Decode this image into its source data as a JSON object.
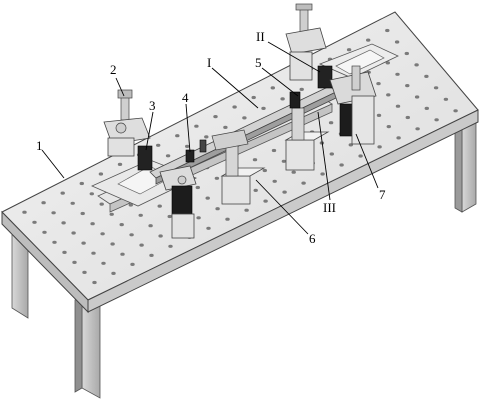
{
  "labels": [
    {
      "id": "label-1",
      "text": "1"
    },
    {
      "id": "label-2",
      "text": "2"
    },
    {
      "id": "label-3",
      "text": "3"
    },
    {
      "id": "label-4",
      "text": "4"
    },
    {
      "id": "label-5",
      "text": "5"
    },
    {
      "id": "label-6",
      "text": "6"
    },
    {
      "id": "label-7",
      "text": "7"
    },
    {
      "id": "label-I",
      "text": "I"
    },
    {
      "id": "label-II",
      "text": "II"
    },
    {
      "id": "label-III",
      "text": "III"
    }
  ]
}
